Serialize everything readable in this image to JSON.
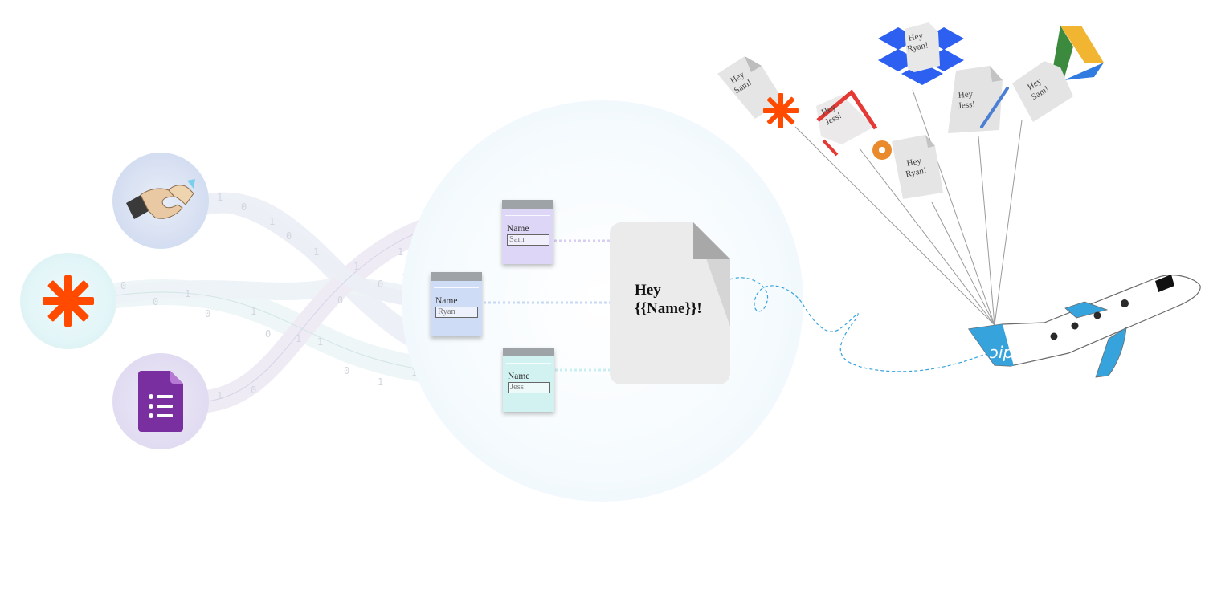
{
  "sources": [
    {
      "name": "handshake-app"
    },
    {
      "name": "zapier"
    },
    {
      "name": "google-forms"
    }
  ],
  "forms": [
    {
      "label": "Name",
      "value": "Sam"
    },
    {
      "label": "Name",
      "value": "Ryan"
    },
    {
      "label": "Name",
      "value": "Jess"
    }
  ],
  "template": {
    "line1": "Hey",
    "line2": "{{Name}}!"
  },
  "balloons": [
    {
      "text": "Hey\nSam!",
      "icon": "zapier-icon"
    },
    {
      "text": "Hey\nJess!",
      "icon": "gmail-icon"
    },
    {
      "text": "Hey\nRyan!",
      "icon": "dropbox-icon"
    },
    {
      "text": "Hey\nRyan!",
      "icon": "hubspot-icon"
    },
    {
      "text": "Hey\nJess!",
      "icon": "pen-icon"
    },
    {
      "text": "Hey\nSam!",
      "icon": "google-drive-icon"
    }
  ],
  "binary_stream": [
    "1",
    "0",
    "1",
    "0",
    "1",
    "1",
    "0",
    "1",
    "0",
    "0",
    "1",
    "0",
    "1",
    "0",
    "1",
    "0",
    "1",
    "1",
    "0",
    "1"
  ],
  "colors": {
    "accent": "#36a3dd",
    "zapier": "#ff4a00",
    "forms_purple": "#7a2fa1",
    "dropbox": "#2d5ff0",
    "gmail_red": "#e53935",
    "drive_green": "#3b8a3e",
    "drive_yellow": "#f2b531",
    "drive_blue": "#2f7be0",
    "hubspot": "#e98a2d"
  }
}
